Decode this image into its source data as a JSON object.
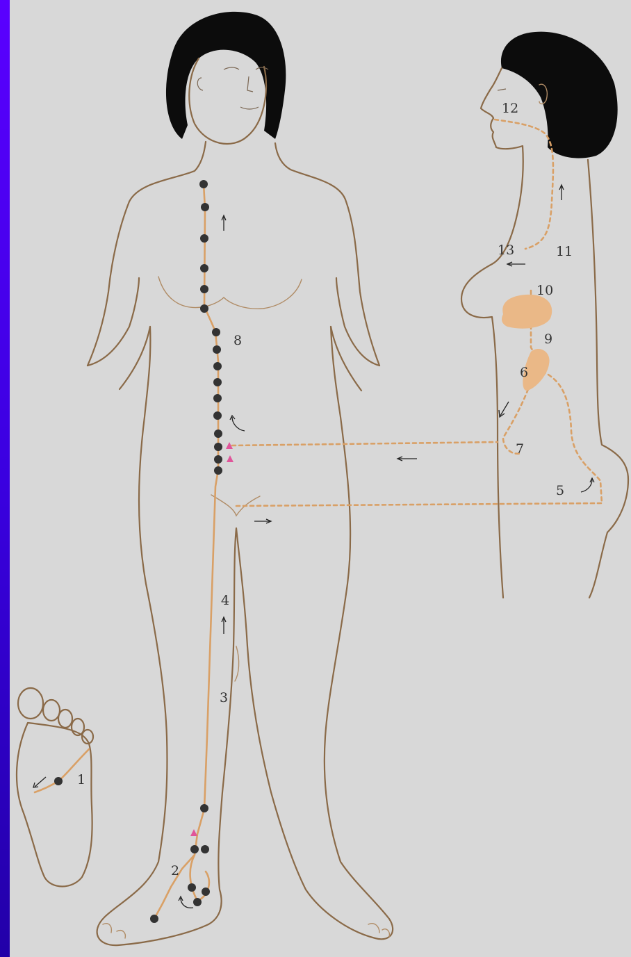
{
  "labels": {
    "l1": "1",
    "l2": "2",
    "l3": "3",
    "l4": "4",
    "l5": "5",
    "l6": "6",
    "l7": "7",
    "l8": "8",
    "l9": "9",
    "l10": "10",
    "l11": "11",
    "l12": "12",
    "l13": "13"
  },
  "colors": {
    "background": "#d8d8d8",
    "frame": "#3a00e0",
    "meridian": "#d9a066",
    "acupoint": "#333333",
    "marker": "#e0559a",
    "organ": "#eab887",
    "outline": "#8a6a48"
  }
}
